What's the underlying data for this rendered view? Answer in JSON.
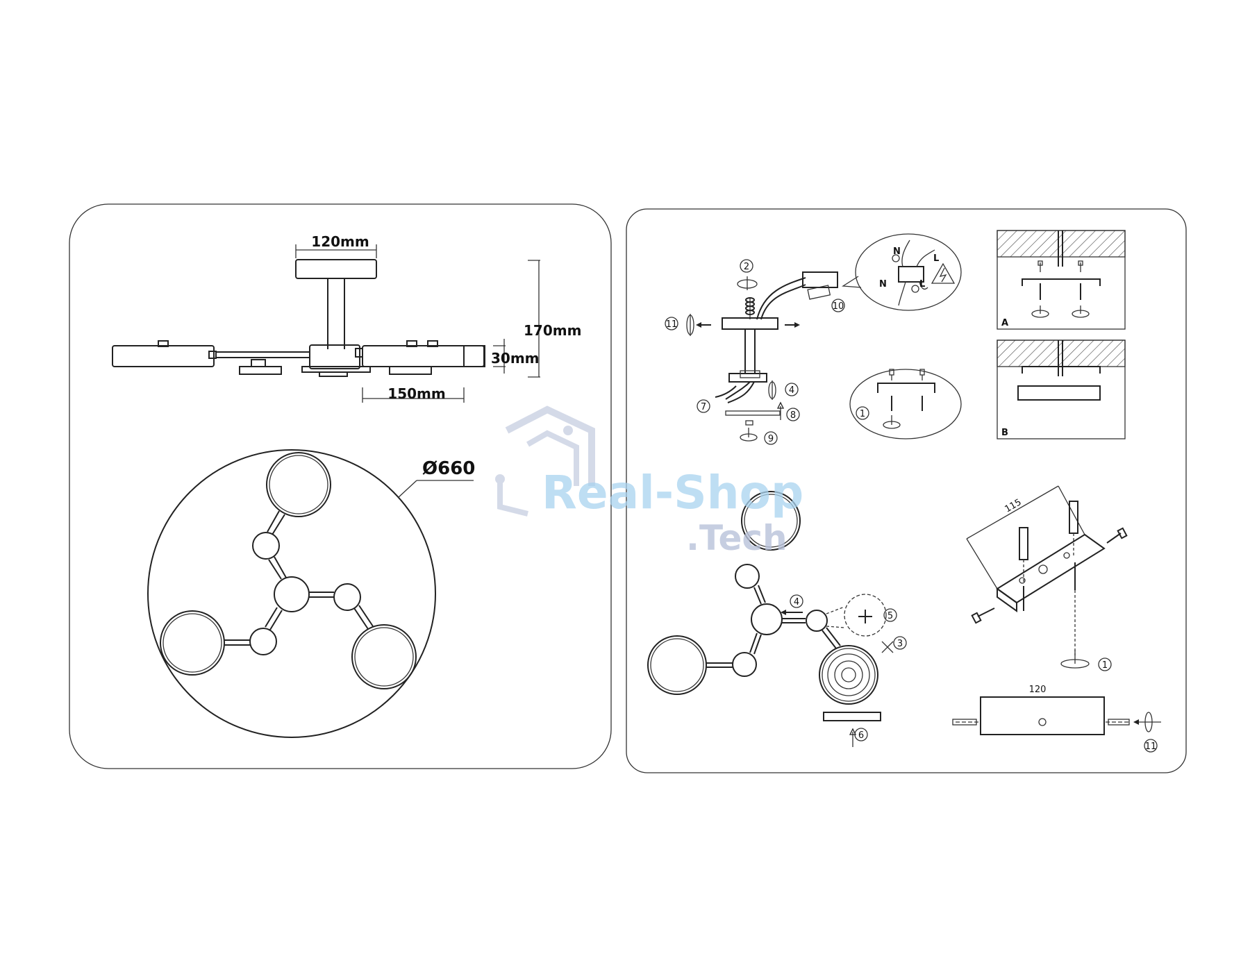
{
  "dimensions": {
    "top_width": "120mm",
    "height_total": "170mm",
    "thickness": "30mm",
    "arm_length": "150mm",
    "diameter": "Ø660"
  },
  "steps": {
    "s1": "1",
    "s2": "2",
    "s3": "3",
    "s4": "4",
    "s5": "5",
    "s6": "6",
    "s7": "7",
    "s8": "8",
    "s9": "9",
    "s10": "10",
    "s11": "11"
  },
  "wiring": {
    "neutral": "N",
    "live": "L",
    "neutral2": "N",
    "live2": "L"
  },
  "mount_panels": {
    "panel_a": "A",
    "panel_b": "B"
  },
  "bracket": {
    "length_label": "115",
    "plate_width_label": "120"
  },
  "watermark": {
    "line1": "Real-Shop",
    "line2": ".Tech"
  }
}
